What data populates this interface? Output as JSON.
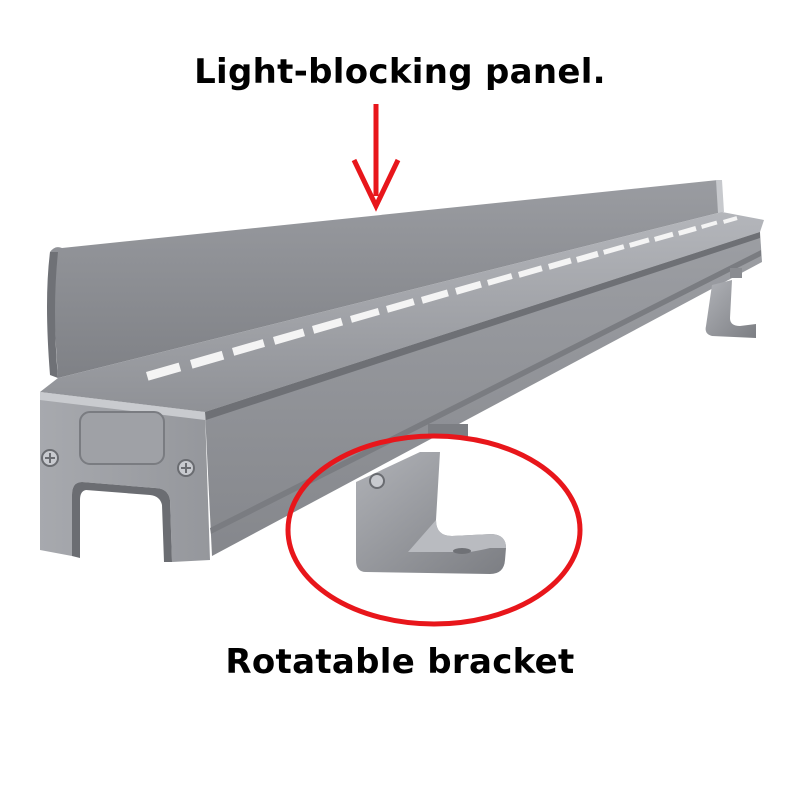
{
  "annotations": {
    "top_label": "Light-blocking panel.",
    "bottom_label": "Rotatable bracket"
  },
  "colors": {
    "highlight": "#e8161b",
    "aluminum_light": "#a9abb0",
    "aluminum_mid": "#8e9095",
    "aluminum_dark": "#6f7176",
    "window": "#f4f4f4"
  },
  "icons": {
    "arrow": "down-arrow",
    "circle": "highlight-ellipse"
  }
}
